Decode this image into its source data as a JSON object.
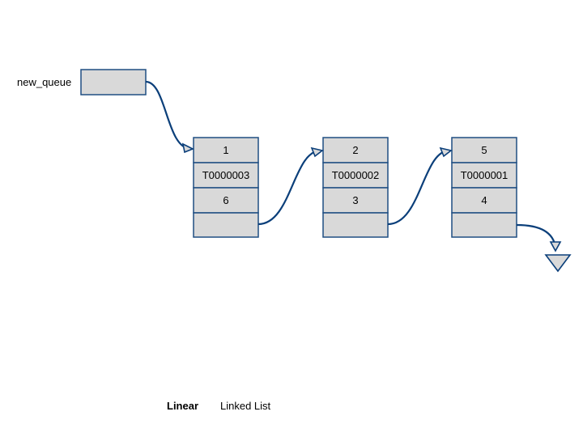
{
  "pointer": {
    "label": "new_queue"
  },
  "nodes": [
    {
      "fields": [
        "1",
        "T0000003",
        "6",
        ""
      ]
    },
    {
      "fields": [
        "2",
        "T0000002",
        "3",
        ""
      ]
    },
    {
      "fields": [
        "5",
        "T0000001",
        "4",
        ""
      ]
    }
  ],
  "footer": {
    "bold_label": "Linear",
    "label": "Linked List"
  },
  "colors": {
    "stroke": "#1f4e82",
    "arrow": "#0b3f7a",
    "fill": "#d9d9d9"
  },
  "icons": {
    "null_terminator": "null-pointer-triangle-icon"
  }
}
